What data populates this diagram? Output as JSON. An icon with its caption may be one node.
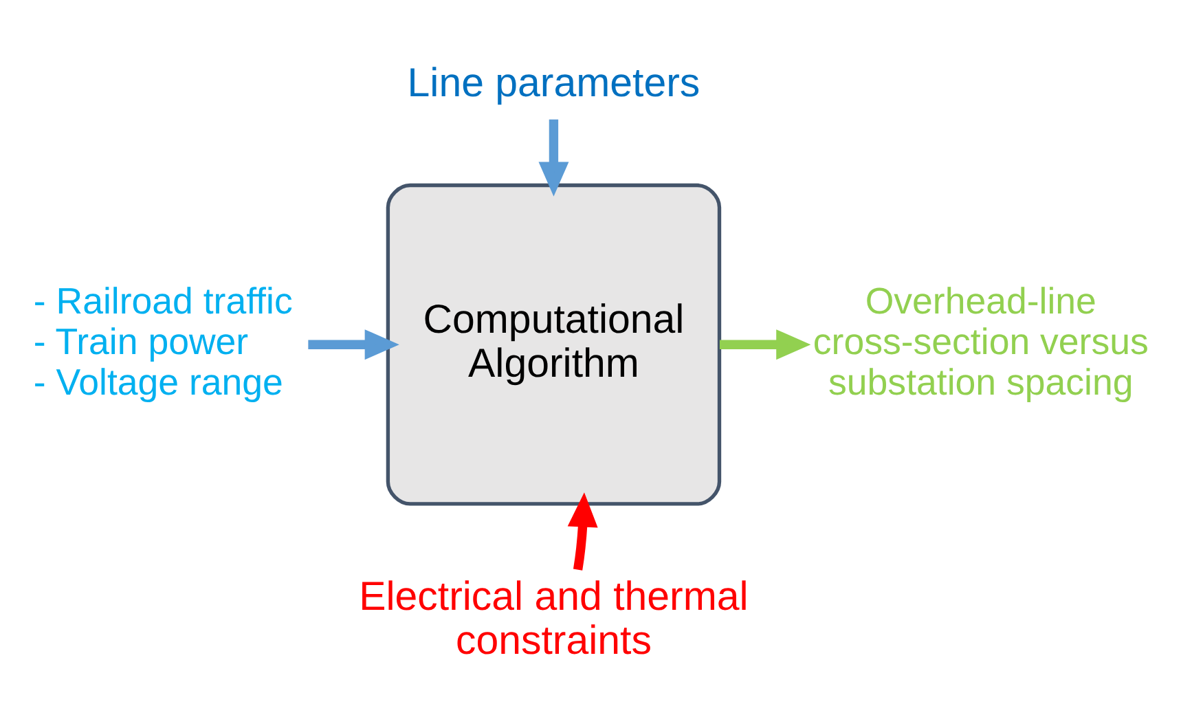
{
  "diagram": {
    "nodes": [
      {
        "text": [
          "Line parameters"
        ]
      },
      {
        "text": [
          "- Railroad traffic",
          "- Train power",
          "- Voltage range"
        ]
      },
      {
        "text": [
          "Computational Algorithm"
        ]
      },
      {
        "text": [
          "Overhead-line cross-section versus substation spacing"
        ]
      },
      {
        "text": [
          "Electrical and thermal constraints"
        ]
      }
    ],
    "edges": [
      {
        "from": 0,
        "to": 2,
        "arrow": "to"
      },
      {
        "from": 1,
        "to": 2,
        "arrow": "to"
      },
      {
        "from": 2,
        "to": 3,
        "arrow": "to",
        "color": "#92d050"
      },
      {
        "from": 4,
        "to": 2,
        "arrow": "to",
        "color": "#ff0000"
      }
    ]
  }
}
